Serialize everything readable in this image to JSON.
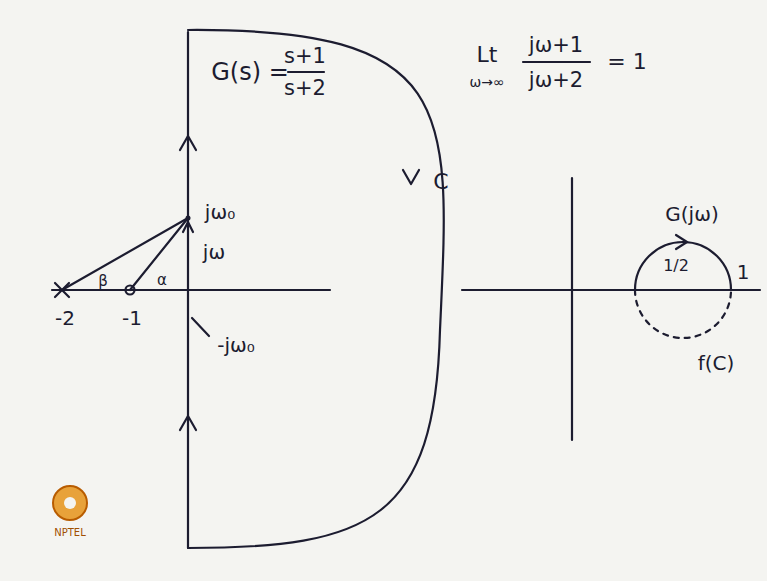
{
  "diagram": {
    "labels": [
      "G(s) =",
      "s+1",
      "s+2",
      "Lt",
      "ω→∞",
      "jω+1",
      "jω+2",
      "= 1",
      "β",
      "α",
      "-2",
      "-1",
      "jω₀",
      "jω",
      "-jω₀",
      "C",
      "G(jω)",
      "1/2",
      "1",
      "f(C)",
      "NPTEL"
    ]
  }
}
